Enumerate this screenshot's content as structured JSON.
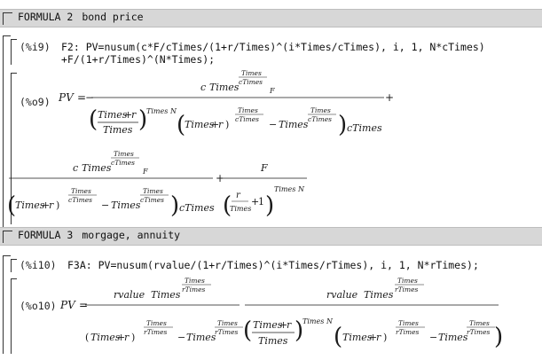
{
  "sections": [
    {
      "label": "FORMULA 2",
      "subtitle": "bond price"
    },
    {
      "label": "FORMULA 3",
      "subtitle": "morgage, annuity"
    }
  ],
  "cells": [
    {
      "input_label": "(%i9)",
      "input_line1": "F2: PV=nusum(c*F/cTimes/(1+r/Times)^(i*Times/cTimes), i, 1, N*cTimes)",
      "input_line2": "+F/(1+r/Times)^(N*Times);",
      "output_label": "(%o9)"
    },
    {
      "input_label": "(%i10)",
      "input_line1": "F3A: PV=nusum(rvalue/(1+r/Times)^(i*Times/rTimes), i, 1, N*rTimes);",
      "output_label": "(%o10)"
    }
  ],
  "math": {
    "pv": "PV",
    "eq": "=",
    "minus": "−",
    "plus": "+",
    "one": "1",
    "c": "c",
    "F": "F",
    "r": "r",
    "N": "N",
    "Times": "Times",
    "cTimes": "cTimes",
    "rTimes": "rTimes",
    "rvalue": "rvalue",
    "lp": "(",
    "rp": ")"
  }
}
